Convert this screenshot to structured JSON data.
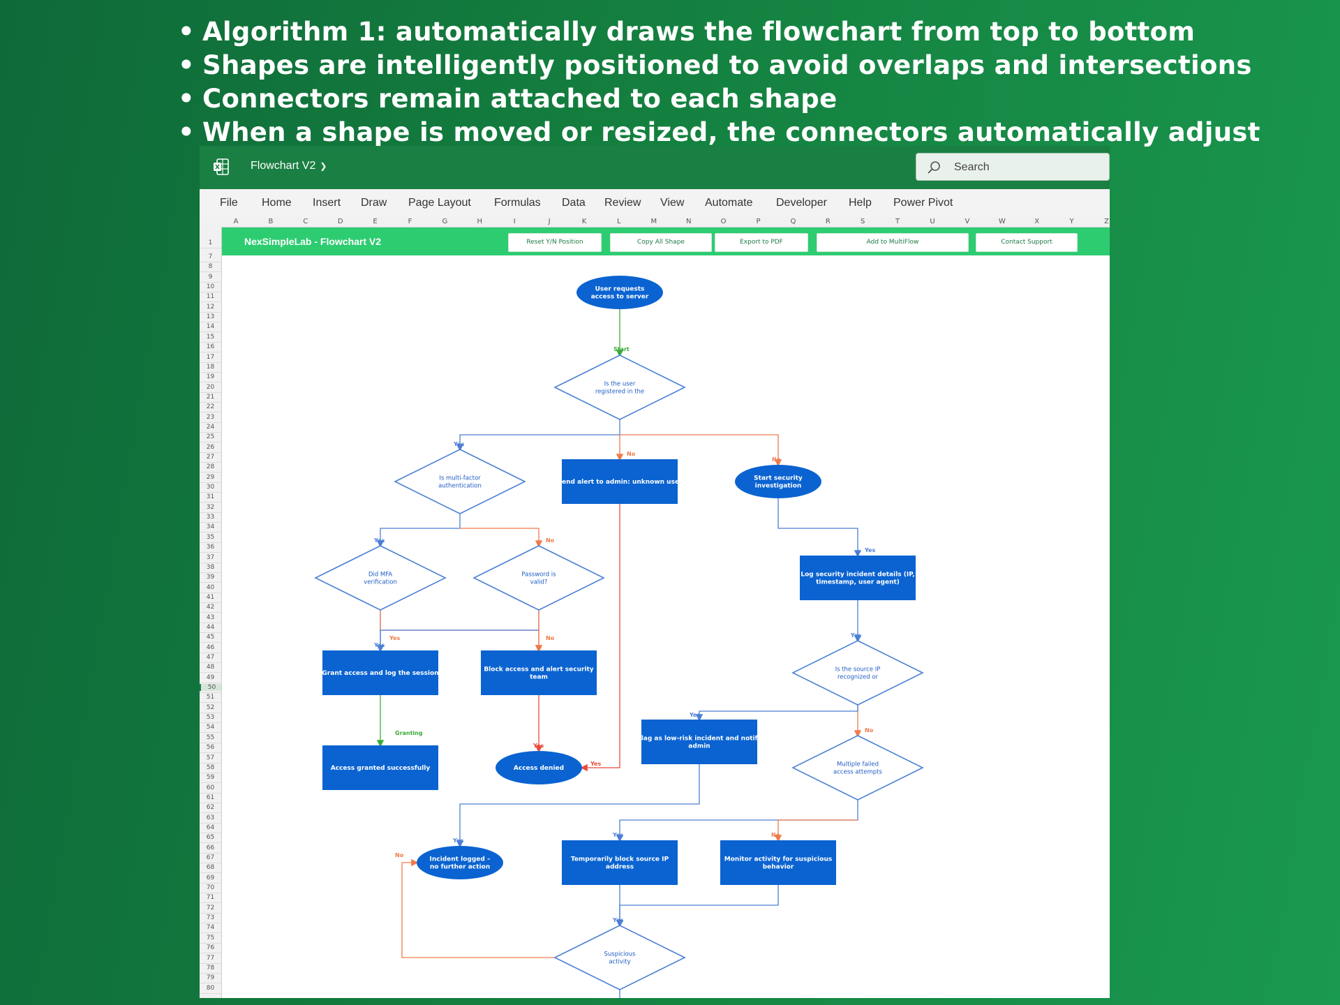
{
  "bullets": [
    "Algorithm 1: automatically draws the flowchart from top to bottom",
    "Shapes are intelligently positioned to avoid overlaps and intersections",
    "Connectors remain attached to each shape",
    "When a shape is moved or resized, the connectors automatically adjust"
  ],
  "bullet_char": "•",
  "window": {
    "title": "Flowchart V2",
    "search_placeholder": "Search",
    "menu": [
      "File",
      "Home",
      "Insert",
      "Draw",
      "Page Layout",
      "Formulas",
      "Data",
      "Review",
      "View",
      "Automate",
      "Developer",
      "Help",
      "Power Pivot"
    ]
  },
  "sheet": {
    "columns": [
      "A",
      "B",
      "C",
      "D",
      "E",
      "F",
      "G",
      "H",
      "I",
      "J",
      "K",
      "L",
      "M",
      "N",
      "O",
      "P",
      "Q",
      "R",
      "S",
      "T",
      "U",
      "V",
      "W",
      "X",
      "Y",
      "Z"
    ],
    "rows": [
      "1",
      "7",
      "8",
      "9",
      "10",
      "11",
      "12",
      "13",
      "14",
      "15",
      "16",
      "17",
      "18",
      "19",
      "20",
      "21",
      "22",
      "23",
      "24",
      "25",
      "26",
      "27",
      "28",
      "29",
      "30",
      "31",
      "32",
      "33",
      "34",
      "35",
      "36",
      "37",
      "38",
      "39",
      "40",
      "41",
      "42",
      "43",
      "44",
      "45",
      "46",
      "47",
      "48",
      "49",
      "50",
      "51",
      "52",
      "53",
      "54",
      "55",
      "56",
      "57",
      "58",
      "59",
      "60",
      "61",
      "62",
      "63",
      "64",
      "65",
      "66",
      "67",
      "68",
      "69",
      "70",
      "71",
      "72",
      "73",
      "74",
      "75",
      "76",
      "77",
      "78",
      "79",
      "80"
    ],
    "selected_row": "50"
  },
  "banner": {
    "title": "NexSimpleLab - Flowchart V2",
    "buttons": [
      "Reset Y/N Position",
      "Copy All Shape",
      "Export to PDF",
      "Add to MultiFlow",
      "Contact Support"
    ]
  },
  "flowchart": {
    "nodes": {
      "start": [
        "User requests",
        "access to server"
      ],
      "d_registered": [
        "Is the user",
        "registered in the"
      ],
      "d_mfa_enabled": [
        "Is multi-factor",
        "authentication"
      ],
      "p_alert_unknown": [
        "Send alert to admin: unknown user"
      ],
      "t_investigation": [
        "Start security",
        "investigation"
      ],
      "d_mfa_verified": [
        "Did MFA",
        "verification"
      ],
      "d_password": [
        "Password is",
        "valid?"
      ],
      "p_log_incident": [
        "Log security incident details (IP,",
        "timestamp, user agent)"
      ],
      "p_grant": [
        "Grant access and log the session"
      ],
      "p_block": [
        "Block access and alert security",
        "team"
      ],
      "d_source_ip": [
        "Is the source IP",
        "recognized or"
      ],
      "p_flag": [
        "Flag as low-risk incident and notify",
        "admin"
      ],
      "p_granted_ok": [
        "Access granted successfully"
      ],
      "t_denied": [
        "Access denied"
      ],
      "d_failed_attempts": [
        "Multiple failed",
        "access attempts"
      ],
      "t_logged": [
        "Incident logged –",
        "no further action"
      ],
      "p_temp_block": [
        "Temporarily block source IP",
        "address"
      ],
      "p_monitor": [
        "Monitor activity for suspicious",
        "behavior"
      ],
      "d_suspicious": [
        "Suspicious",
        "activity"
      ]
    },
    "edge_labels": {
      "start": "Start",
      "yes": "Yes",
      "no": "No",
      "granting": "Granting"
    }
  },
  "colors": {
    "shape_fill": "#0a63d1",
    "yes_line": "#4a7fd4",
    "no_line": "#f07a4a",
    "start_line": "#3aaa3a",
    "deny_line": "#e84b3c",
    "banner": "#2ecc71",
    "titlebar": "#1a7f42"
  }
}
